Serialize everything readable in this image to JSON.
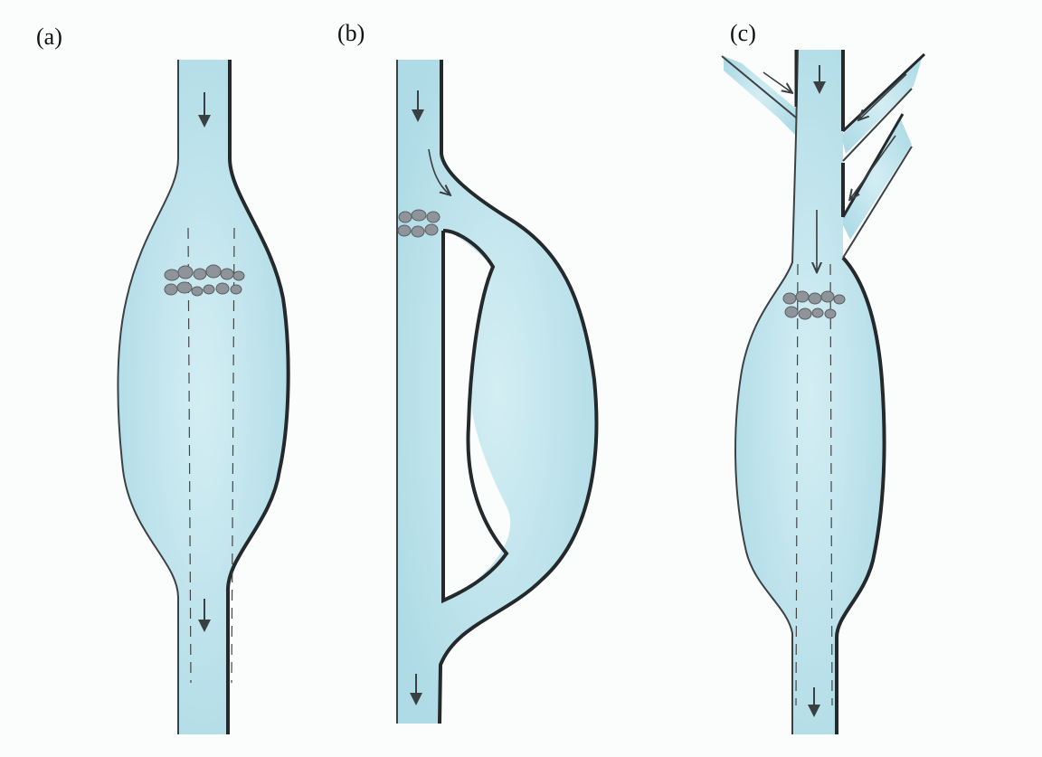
{
  "figure": {
    "panels": [
      {
        "label": "(a)"
      },
      {
        "label": "(b)"
      },
      {
        "label": "(c)"
      }
    ]
  },
  "colors": {
    "fluid": "#bfe6ee",
    "fluid_shade": "#9fd2e0",
    "wall": "#2e3336",
    "arrow": "#3a3f42",
    "stone": "#8f949a",
    "background": "#fbfcfc"
  }
}
